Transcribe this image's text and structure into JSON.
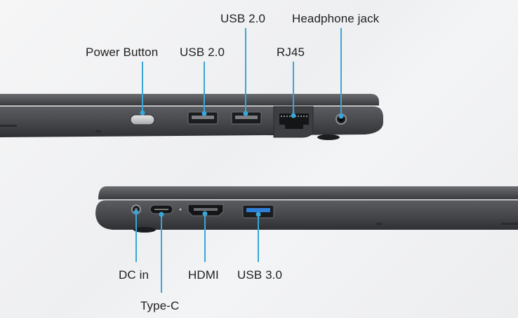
{
  "top_ports": {
    "power_button": "Power Button",
    "usb_left": "USB 2.0",
    "usb_right": "USB 2.0",
    "rj45": "RJ45",
    "headphone": "Headphone jack"
  },
  "bottom_ports": {
    "dc_in": "DC in",
    "type_c": "Type-C",
    "hdmi": "HDMI",
    "usb3": "USB 3.0"
  },
  "colors": {
    "callout_line": "#3aa6d8",
    "chassis": "#4a4c50",
    "chassis_dark": "#2f3134",
    "usb3_accent": "#2f7fd8"
  }
}
